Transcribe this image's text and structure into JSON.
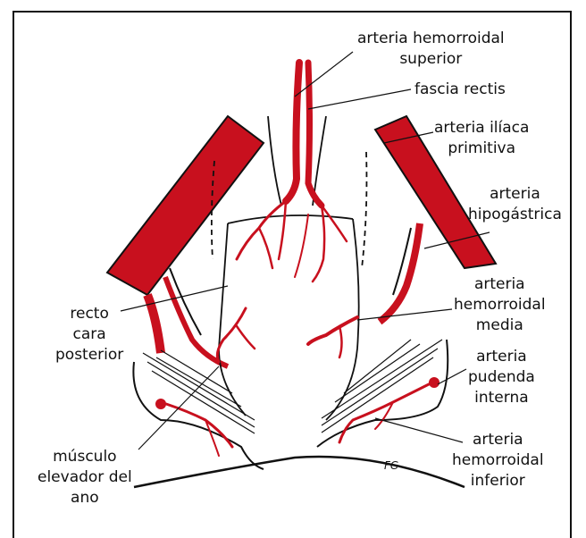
{
  "colors": {
    "artery": "#c8101e",
    "ink": "#1a1a1a",
    "background": "#ffffff"
  },
  "labels": {
    "hemorroidal_superior": [
      "arteria hemorroidal",
      "superior"
    ],
    "fascia_rectis": [
      "fascia rectis"
    ],
    "iliaca_primitiva": [
      "arteria ilíaca",
      "primitiva"
    ],
    "hipogastrica": [
      "arteria",
      "hipogástrica"
    ],
    "hemorroidal_media": [
      "arteria",
      "hemorroidal",
      "media"
    ],
    "pudenda_interna": [
      "arteria",
      "pudenda",
      "interna"
    ],
    "hemorroidal_inferior": [
      "arteria",
      "hemorroidal",
      "inferior"
    ],
    "recto": [
      "recto",
      "cara",
      "posterior"
    ],
    "musculo_elevador": [
      "músculo",
      "elevador del",
      "ano"
    ]
  },
  "signature": "FG"
}
